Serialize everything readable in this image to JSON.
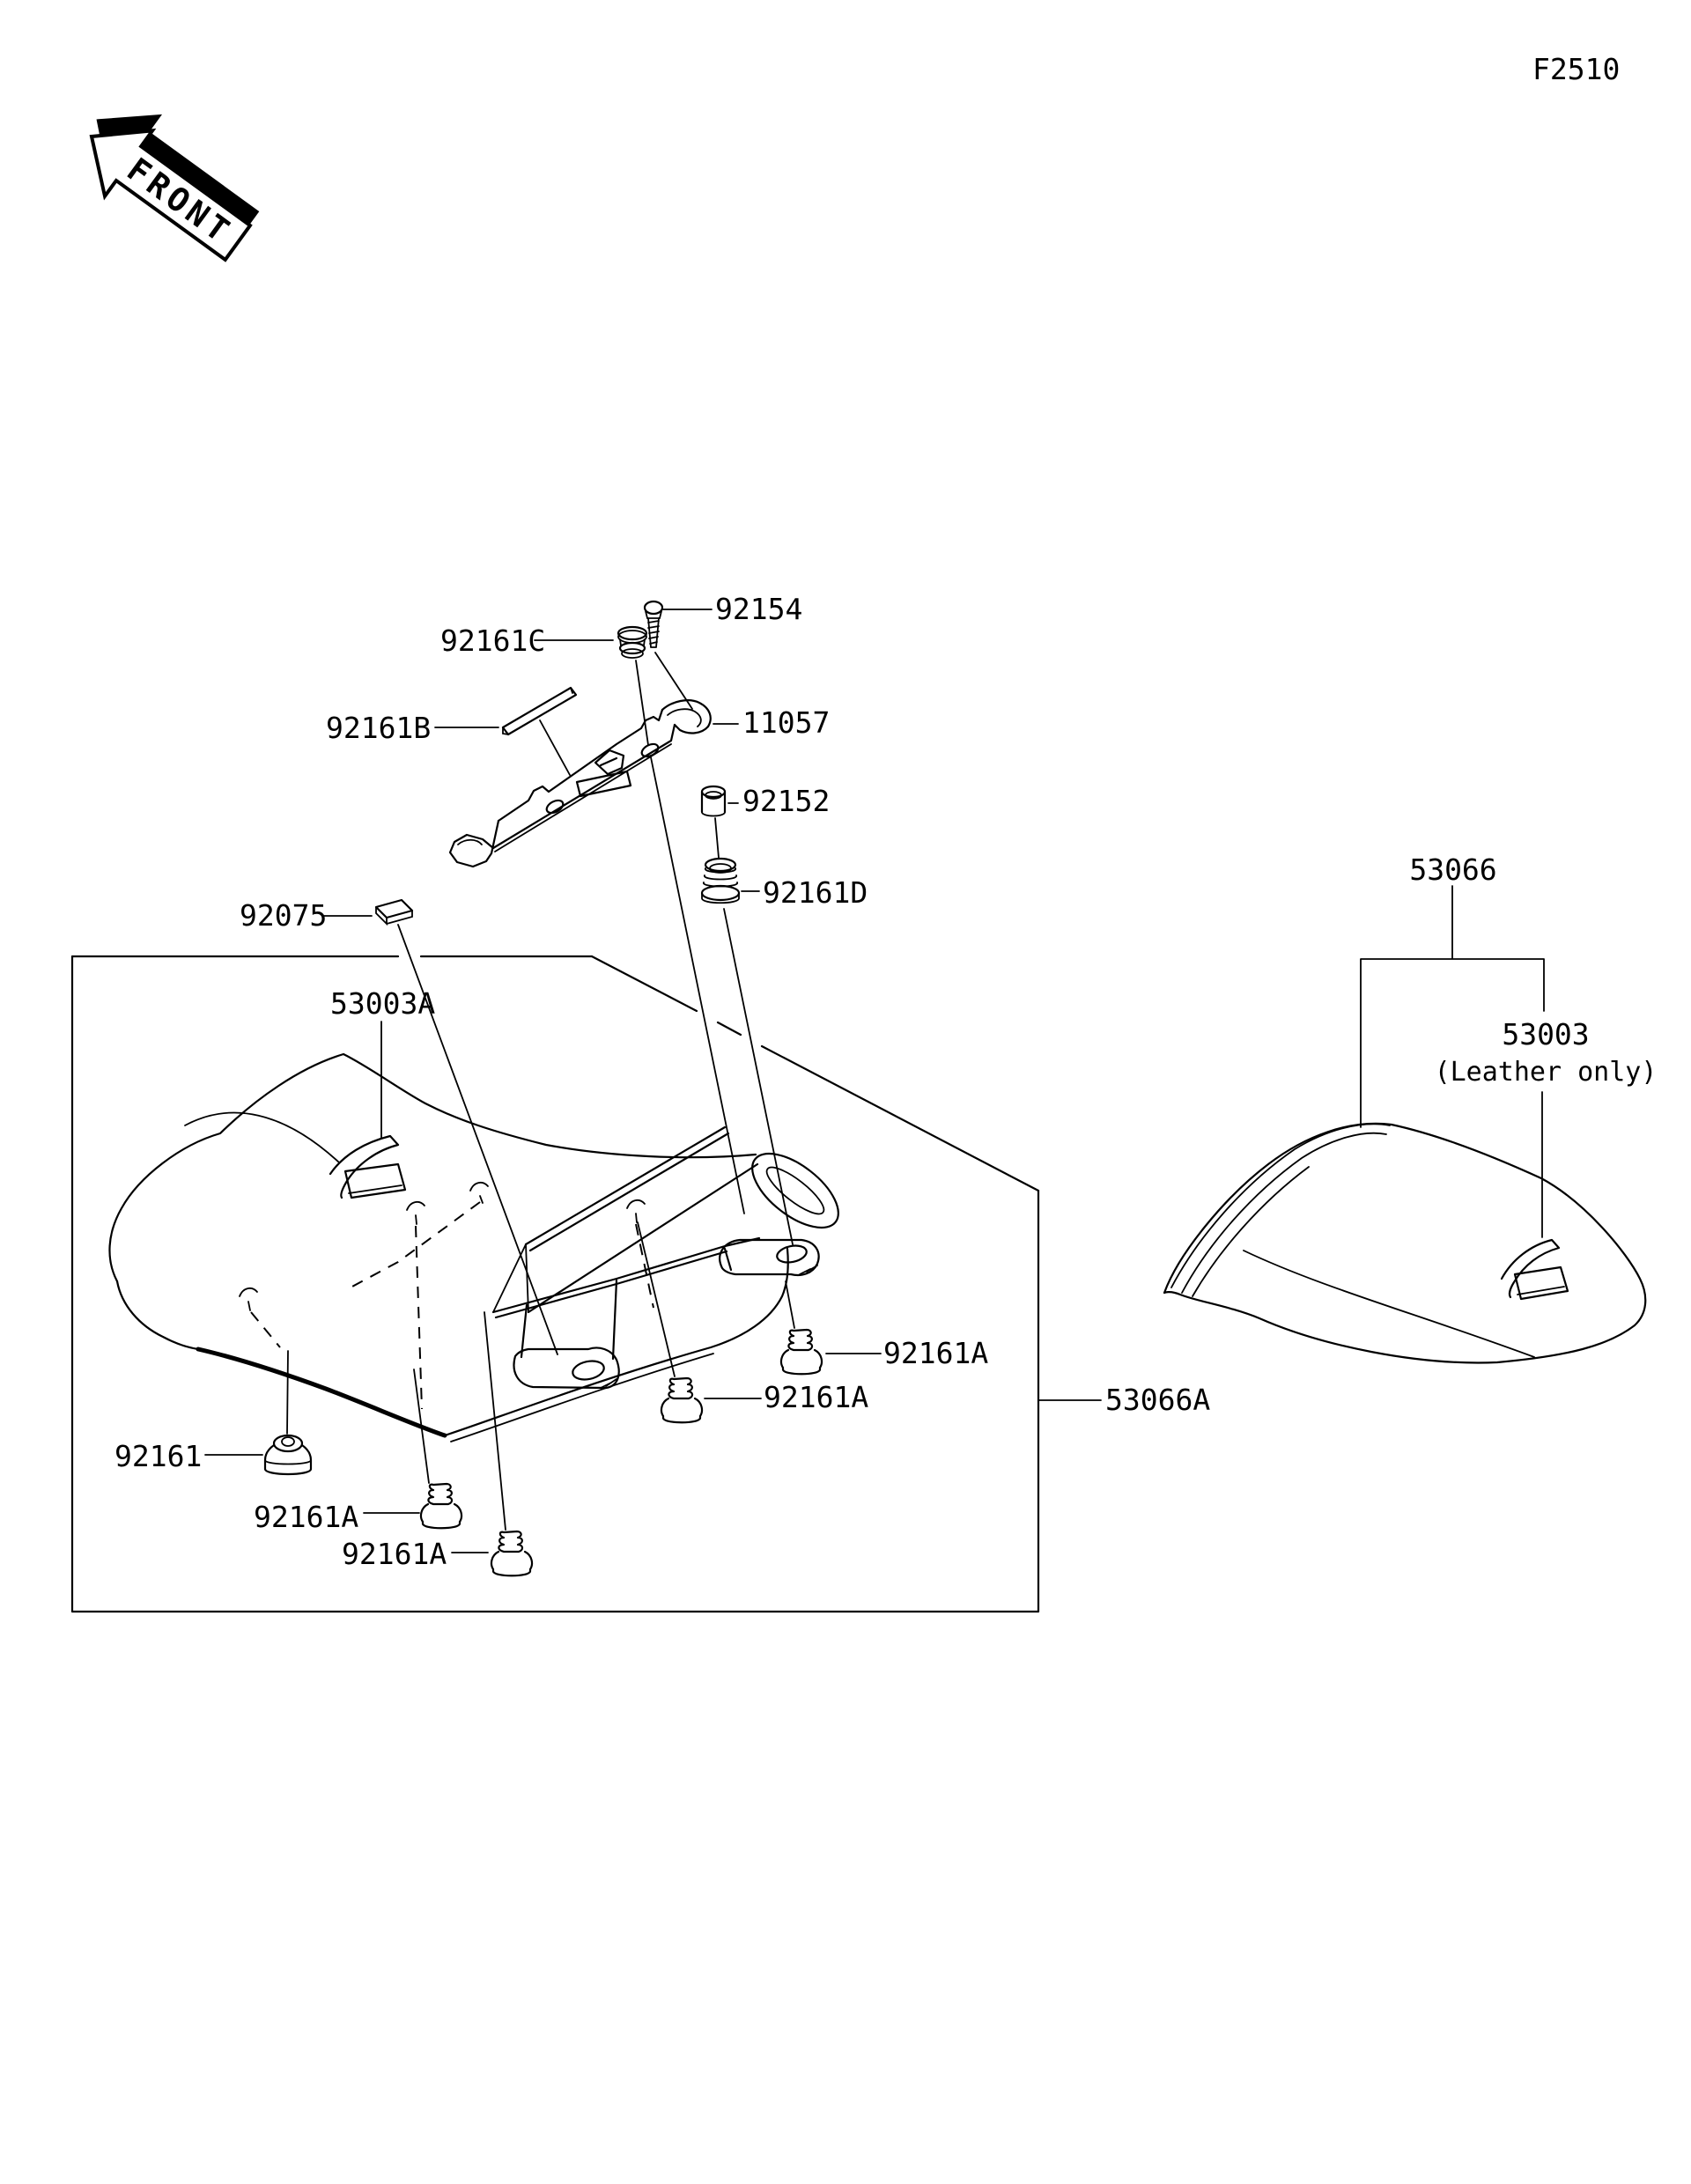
{
  "figure": {
    "code": "F2510",
    "direction_label": "FRONT"
  },
  "callouts": {
    "bolt": "92154",
    "grommet_c": "92161C",
    "trim_b": "92161B",
    "bracket_plate": "11057",
    "collar": "92152",
    "damper_d": "92161D",
    "trim_pad": "92075",
    "seat_hook_a": "53003A",
    "damper_front": "92161",
    "damper_small": "92161A",
    "seat_assembly": "53066A",
    "rear_seat_assembly": "53066",
    "rear_hook": "53003",
    "leather_note": "(Leather only)"
  },
  "colors": {
    "line": "#000000",
    "background": "#ffffff"
  }
}
